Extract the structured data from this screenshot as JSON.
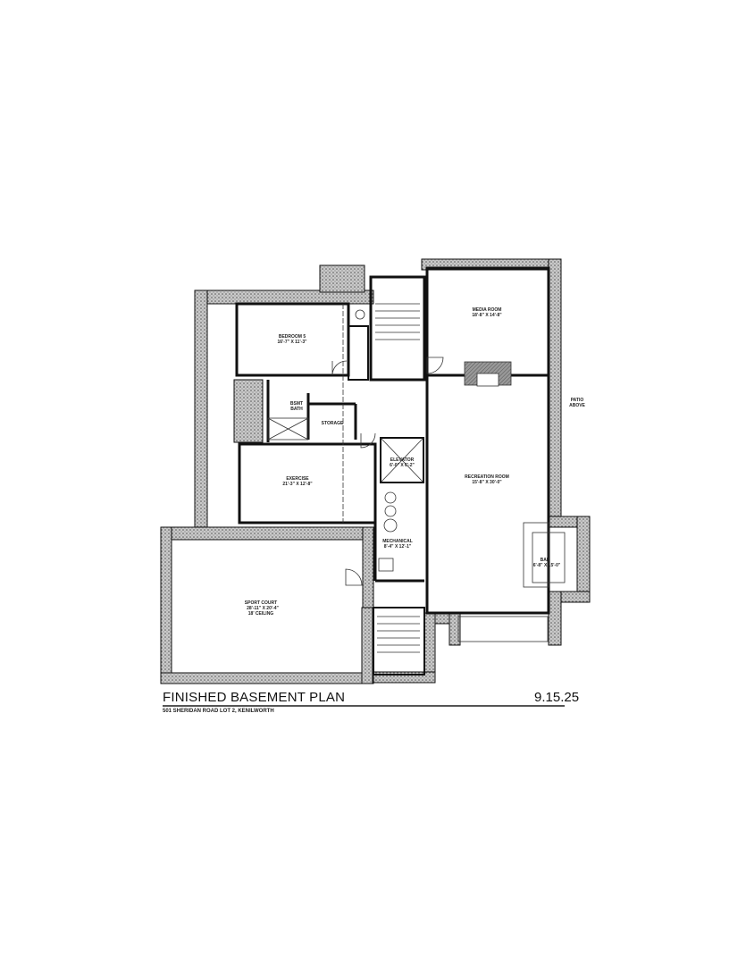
{
  "title": "FINISHED BASEMENT PLAN",
  "date": "9.15.25",
  "address": "501 SHERIDAN ROAD LOT 2, KENILWORTH",
  "rooms": {
    "bedroom": {
      "name": "BEDROOM 5",
      "size": "16'-7\" X 11'-3\""
    },
    "media": {
      "name": "MEDIA ROOM",
      "size": "18'-8\" X 14'-8\""
    },
    "bath": {
      "name": "BSMT",
      "name2": "BATH"
    },
    "storage": {
      "name": "STORAGE"
    },
    "elevator": {
      "name": "ELEVATOR",
      "size": "6'-0\" X 6'-2\""
    },
    "recreation": {
      "name": "RECREATION ROOM",
      "size": "15'-8\" X 30'-0\""
    },
    "exercise": {
      "name": "EXERCISE",
      "size": "21'-3\" X 12'-8\""
    },
    "mechanical": {
      "name": "MECHANICAL",
      "size": "8'-4\" X 12'-1\""
    },
    "bar": {
      "name": "BAR",
      "size": "6'-8\" X 15'-0\""
    },
    "sport": {
      "name": "SPORT COURT",
      "size": "28'-11\" X 20'-4\"",
      "note": "18' CEILING"
    },
    "patio": {
      "name": "PATIO",
      "name2": "ABOVE"
    }
  },
  "colors": {
    "wall": "#111111",
    "foundation": "#9a9a9a"
  }
}
